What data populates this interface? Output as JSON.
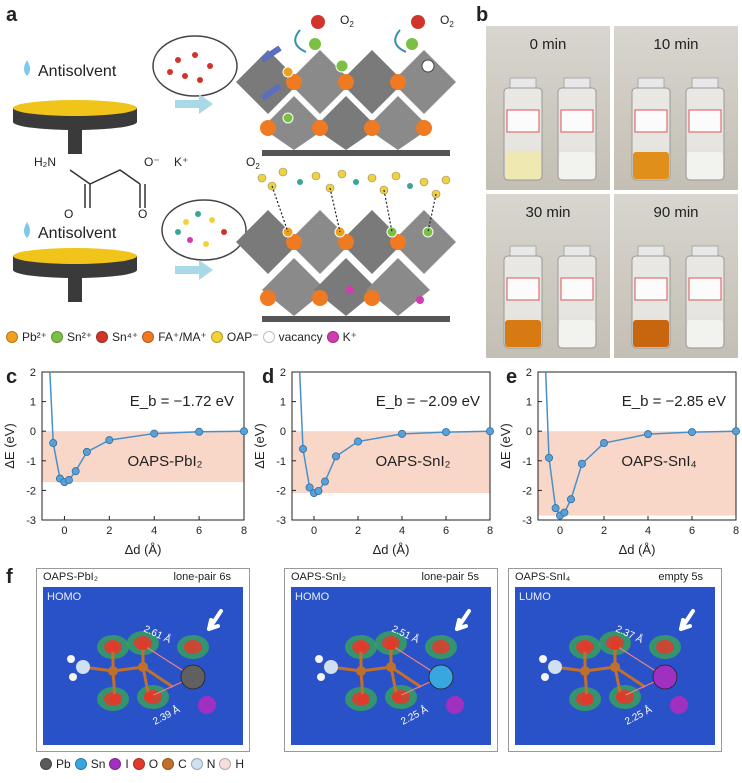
{
  "panels": {
    "a": "a",
    "b": "b",
    "c": "c",
    "d": "d",
    "e": "e",
    "f": "f"
  },
  "panel_a": {
    "antisolvent_top": "Antisolvent",
    "antisolvent_bottom": "Antisolvent",
    "o2_left": "O",
    "o2_right": "O",
    "o2_bottom": "O",
    "o2_sub": "2",
    "molecule": {
      "h2n": "H₂N",
      "o_minus": "O⁻",
      "k_plus": "K⁺"
    },
    "legend": [
      {
        "label": "Pb²⁺",
        "color": "#f0a020"
      },
      {
        "label": "Sn²⁺",
        "color": "#7ac143"
      },
      {
        "label": "Sn⁴⁺",
        "color": "#d1342a"
      },
      {
        "label": "FA⁺/MA⁺",
        "color": "#f07a22"
      },
      {
        "label": "OAP⁻",
        "color": "#f2d23a"
      },
      {
        "label": "vacancy",
        "color": "#ffffff"
      },
      {
        "label": "K⁺",
        "color": "#d23cb0"
      }
    ]
  },
  "panel_b": {
    "photos": [
      {
        "time": "0 min",
        "left_fill": "#efe8b0"
      },
      {
        "time": "10 min",
        "left_fill": "#e0901a"
      },
      {
        "time": "30 min",
        "left_fill": "#d87a12"
      },
      {
        "time": "90 min",
        "left_fill": "#c8650f"
      }
    ]
  },
  "chart_data": [
    {
      "type": "line",
      "name": "OAPS-PbI2",
      "label": "OAPS-PbI₂",
      "eb": "E_b = −1.72 eV",
      "eb_value": -1.72,
      "x": [
        -0.5,
        -0.2,
        0,
        0.2,
        0.5,
        1,
        2,
        4,
        6,
        8
      ],
      "y": [
        -0.4,
        -1.6,
        -1.72,
        -1.65,
        -1.35,
        -0.7,
        -0.3,
        -0.08,
        -0.02,
        0
      ],
      "xlabel": "Δd (Å)",
      "ylabel": "ΔE (eV)",
      "xlim": [
        -1,
        8
      ],
      "ylim": [
        -3,
        2
      ],
      "xticks": [
        "0",
        "2",
        "4",
        "6",
        "8"
      ],
      "yticks": [
        "2",
        "1",
        "0",
        "-1",
        "-2",
        "-3"
      ]
    },
    {
      "type": "line",
      "name": "OAPS-SnI2",
      "label": "OAPS-SnI₂",
      "eb": "E_b = −2.09 eV",
      "eb_value": -2.09,
      "x": [
        -0.5,
        -0.2,
        0,
        0.2,
        0.5,
        1,
        2,
        4,
        6,
        8
      ],
      "y": [
        -0.6,
        -1.9,
        -2.09,
        -2.02,
        -1.7,
        -0.85,
        -0.35,
        -0.09,
        -0.03,
        0
      ],
      "xlabel": "Δd (Å)",
      "ylabel": "ΔE (eV)",
      "xlim": [
        -1,
        8
      ],
      "ylim": [
        -3,
        2
      ],
      "xticks": [
        "0",
        "2",
        "4",
        "6",
        "8"
      ],
      "yticks": [
        "2",
        "1",
        "0",
        "-1",
        "-2",
        "-3"
      ]
    },
    {
      "type": "line",
      "name": "OAPS-SnI4",
      "label": "OAPS-SnI₄",
      "eb": "E_b = −2.85 eV",
      "eb_value": -2.85,
      "x": [
        -0.5,
        -0.2,
        0,
        0.2,
        0.5,
        1,
        2,
        4,
        6,
        8
      ],
      "y": [
        -0.9,
        -2.6,
        -2.85,
        -2.75,
        -2.3,
        -1.1,
        -0.4,
        -0.1,
        -0.03,
        0
      ],
      "xlabel": "Δd (Å)",
      "ylabel": "ΔE (eV)",
      "xlim": [
        -1,
        8
      ],
      "ylim": [
        -3,
        2
      ],
      "xticks": [
        "0",
        "2",
        "4",
        "6",
        "8"
      ],
      "yticks": [
        "2",
        "1",
        "0",
        "-1",
        "-2",
        "-3"
      ]
    }
  ],
  "panel_f": {
    "maps": [
      {
        "title": "OAPS-PbI₂",
        "note": "lone-pair 6s",
        "orbital": "HOMO",
        "d1": "2.61 Å",
        "d2": "2.39 Å",
        "metal_color": "#606060"
      },
      {
        "title": "OAPS-SnI₂",
        "note": "lone-pair 5s",
        "orbital": "HOMO",
        "d1": "2.51 Å",
        "d2": "2.25 Å",
        "metal_color": "#3aa6e0"
      },
      {
        "title": "OAPS-SnI₄",
        "note": "empty 5s",
        "orbital": "LUMO",
        "d1": "2.37 Å",
        "d2": "2.25 Å",
        "metal_color": "#a030c0"
      }
    ],
    "legend": [
      {
        "label": "Pb",
        "color": "#5a5a5a"
      },
      {
        "label": "Sn",
        "color": "#3aa6e0"
      },
      {
        "label": "I",
        "color": "#a030c0"
      },
      {
        "label": "O",
        "color": "#e23a2a"
      },
      {
        "label": "C",
        "color": "#c0702a"
      },
      {
        "label": "N",
        "color": "#cfe0f0"
      },
      {
        "label": "H",
        "color": "#f4dede"
      }
    ]
  }
}
